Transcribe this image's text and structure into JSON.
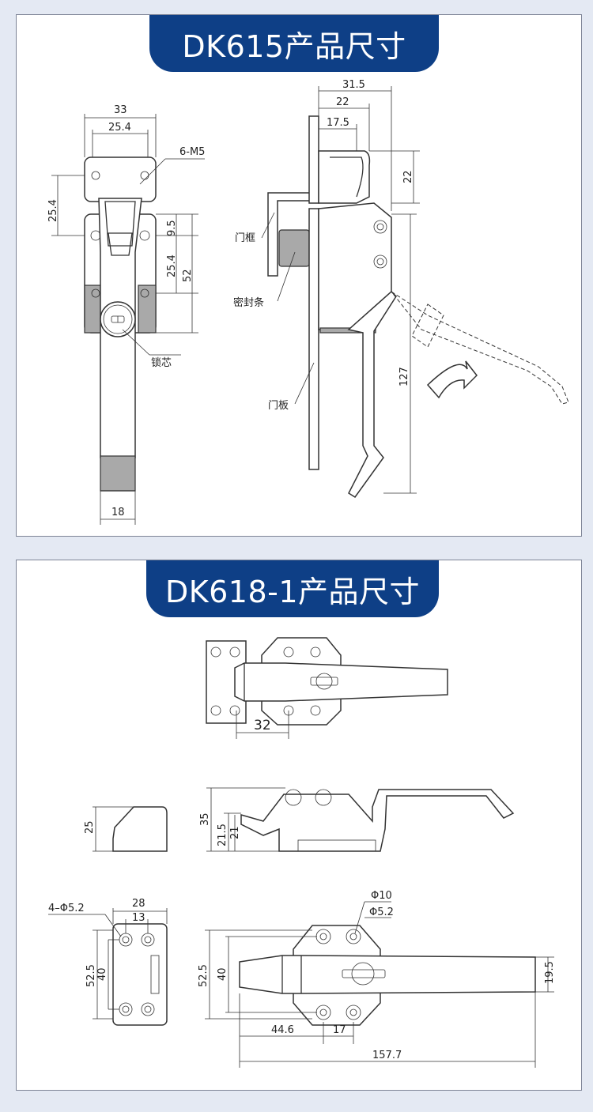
{
  "panel1": {
    "title": "DK615产品尺寸",
    "dims": {
      "d33": "33",
      "d25_4_top": "25.4",
      "d6m5": "6-M5",
      "d25_4_left": "25.4",
      "d9_5": "9.5",
      "d25_4_mid": "25.4",
      "d52": "52",
      "d18": "18",
      "d31_5": "31.5",
      "d22_top": "22",
      "d17_5": "17.5",
      "d22_right": "22",
      "d127": "127"
    },
    "labels": {
      "lock_core": "锁芯",
      "door_frame": "门框",
      "seal": "密封条",
      "door_panel": "门板"
    }
  },
  "panel2": {
    "title": "DK618-1产品尺寸",
    "dims": {
      "d32": "32",
      "d25": "25",
      "d35": "35",
      "d21_5": "21.5",
      "d21": "21",
      "d4phi": "4–Φ5.2",
      "d28": "28",
      "d13": "13",
      "d52_5_left": "52.5",
      "d40_left": "40",
      "d52_5_right": "52.5",
      "d40_right": "40",
      "dphi10": "Φ10",
      "dphi5_2": "Φ5.2",
      "d19_5": "19.5",
      "d44_6": "44.6",
      "d17": "17",
      "d157_7": "157.7"
    }
  }
}
